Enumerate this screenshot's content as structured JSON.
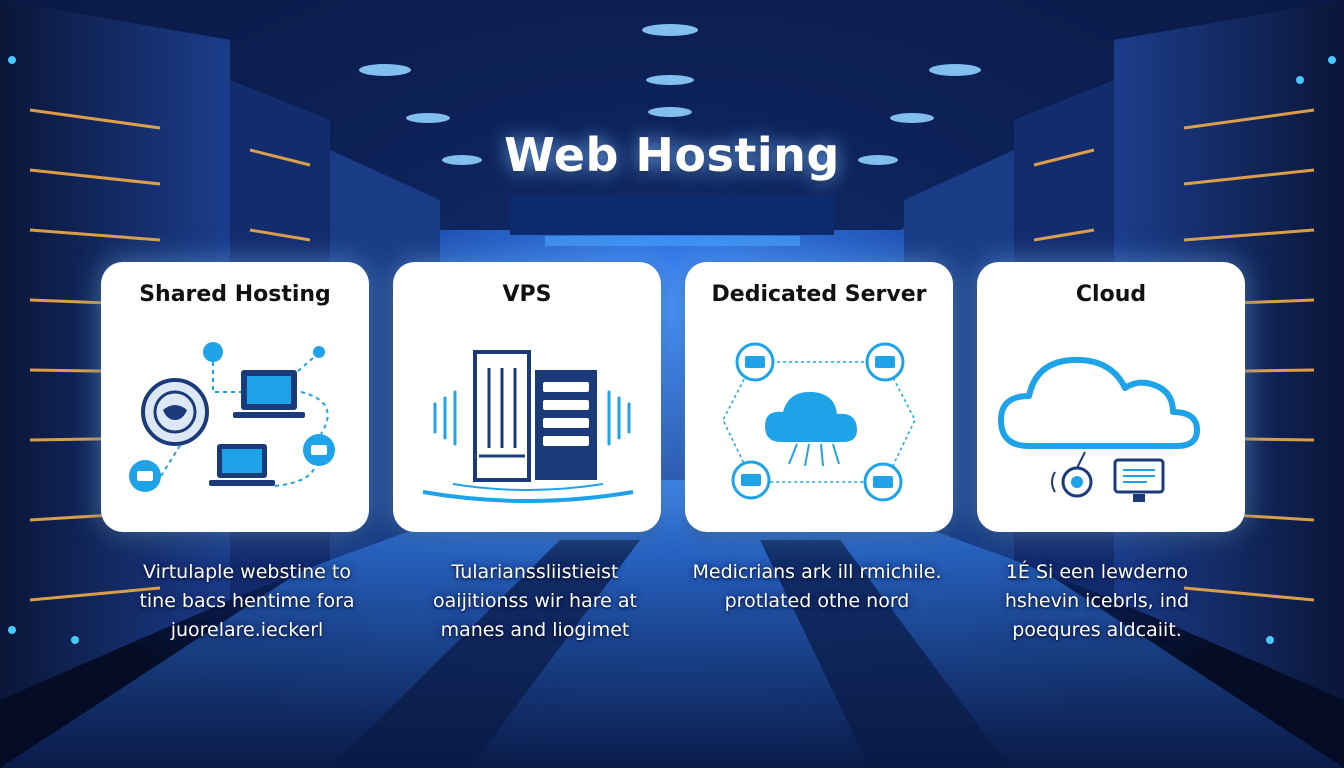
{
  "page": {
    "title": "Web Hosting"
  },
  "cards": [
    {
      "title": "Shared Hosting",
      "desc": [
        "Virtulaple webstine to",
        "tine bacs hentime fora",
        "juorelare.ieckerl"
      ]
    },
    {
      "title": "VPS",
      "desc": [
        "Tularianssliistieist",
        "oaijitionss wir hare at",
        "manes and liogimet"
      ]
    },
    {
      "title": "Dedicated Server",
      "desc": [
        "Medicrians ark ill rmichile.",
        "protlated othe nord"
      ]
    },
    {
      "title": "Cloud",
      "desc": [
        "1É Si een lewderno",
        "hshevin icebrls, ind",
        "poequres aldcaiit."
      ]
    }
  ],
  "colors": {
    "accent": "#1ea3e8",
    "navy": "#1a3a7a",
    "background": "#06112e"
  }
}
